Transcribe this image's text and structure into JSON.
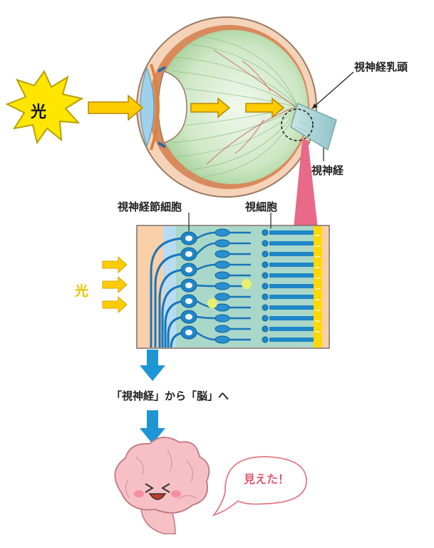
{
  "labels": {
    "light_big": "光",
    "light_small": "光",
    "optic_disc": "視神経乳頭",
    "optic_nerve": "視神経",
    "ganglion_cell": "視神経節細胞",
    "photoreceptor": "視細胞",
    "to_brain": "「視神経」から「脳」へ",
    "saw_it": "見えた！"
  },
  "colors": {
    "arrow_fill": "#ffcc00",
    "arrow_stroke": "#b58a00",
    "blue_arrow": "#1e96d6",
    "brain_pink": "#f6c0c6",
    "retina_green": "#bfe0b8",
    "highlight_pink": "#e86a88"
  }
}
